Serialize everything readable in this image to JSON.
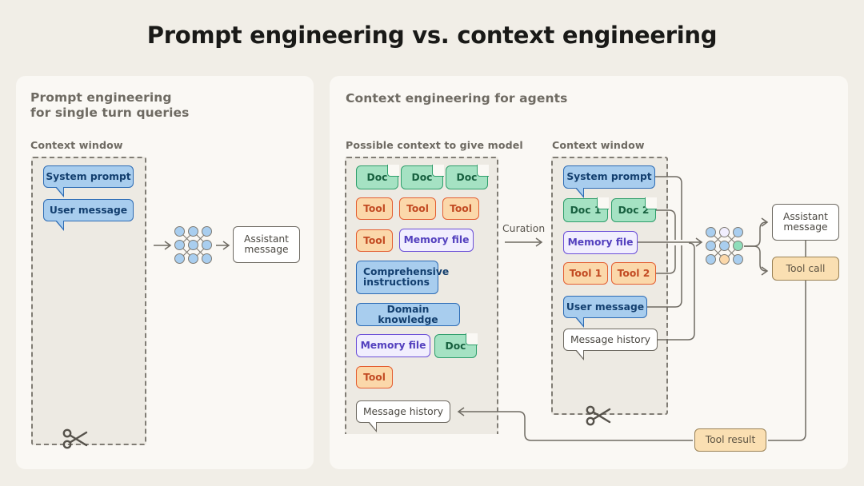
{
  "title": "Prompt engineering vs. context engineering",
  "colors": {
    "page_background": "#F1EEE7",
    "panel_background": "#FAF8F4",
    "context_window_fill": "#EDEAE3",
    "blue_fill": "#A8CDEE",
    "blue_border": "#2D6CB5",
    "green_fill": "#A5E2C3",
    "green_border": "#2E9E6B",
    "orange_fill": "#FBD8AA",
    "orange_border": "#E45F32",
    "purple_fill": "#F1EEFE",
    "purple_border": "#6B4FD8",
    "tan_fill": "#FADFB2",
    "tan_border": "#9A8256",
    "stroke": "#6E6A62"
  },
  "left_panel": {
    "heading_line1": "Prompt engineering",
    "heading_line2": "for single turn queries",
    "context_window_label": "Context window",
    "items": [
      {
        "label": "System prompt",
        "kind": "blue-bubble"
      },
      {
        "label": "User message",
        "kind": "blue-bubble"
      }
    ],
    "output": {
      "label": "Assistant\nmessage",
      "kind": "white"
    },
    "scissors_icon": "scissors-icon",
    "model_icon": "neural-network-icon"
  },
  "right_panel": {
    "heading": "Context engineering for agents",
    "possible_context_label": "Possible context to give model",
    "context_window_label": "Context window",
    "curation_label": "Curation",
    "possible_context_items": [
      {
        "label": "Doc",
        "kind": "green"
      },
      {
        "label": "Doc",
        "kind": "green"
      },
      {
        "label": "Doc",
        "kind": "green"
      },
      {
        "label": "Tool",
        "kind": "orange"
      },
      {
        "label": "Tool",
        "kind": "orange"
      },
      {
        "label": "Tool",
        "kind": "orange"
      },
      {
        "label": "Tool",
        "kind": "orange"
      },
      {
        "label": "Memory file",
        "kind": "purple"
      },
      {
        "label": "Comprehensive\ninstructions",
        "kind": "blue"
      },
      {
        "label": "Domain knowledge",
        "kind": "blue"
      },
      {
        "label": "Memory file",
        "kind": "purple"
      },
      {
        "label": "Doc",
        "kind": "green"
      },
      {
        "label": "Tool",
        "kind": "orange"
      },
      {
        "label": "Message history",
        "kind": "white-bubble"
      }
    ],
    "context_window_items": [
      {
        "label": "System prompt",
        "kind": "blue-bubble"
      },
      {
        "label": "Doc 1",
        "kind": "green"
      },
      {
        "label": "Doc 2",
        "kind": "green"
      },
      {
        "label": "Memory file",
        "kind": "purple"
      },
      {
        "label": "Tool 1",
        "kind": "orange"
      },
      {
        "label": "Tool 2",
        "kind": "orange"
      },
      {
        "label": "User message",
        "kind": "blue-bubble"
      },
      {
        "label": "Message history",
        "kind": "white-bubble"
      }
    ],
    "outputs": [
      {
        "label": "Assistant\nmessage",
        "kind": "white"
      },
      {
        "label": "Tool call",
        "kind": "tan"
      },
      {
        "label": "Tool result",
        "kind": "tan"
      }
    ],
    "scissors_icon": "scissors-icon",
    "model_icon": "neural-network-icon"
  }
}
